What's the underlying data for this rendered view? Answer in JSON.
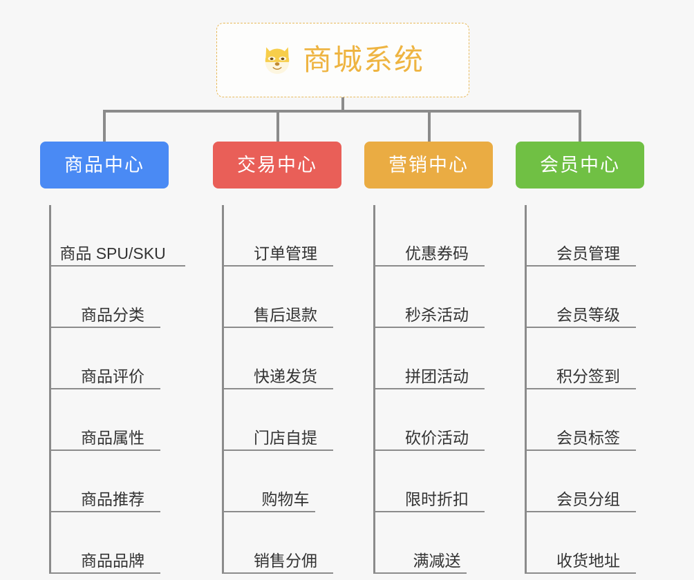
{
  "root": {
    "title": "商城系统",
    "icon": "shiba-dog-face-icon",
    "border_color": "#e8b95a",
    "text_color": "#eeb441"
  },
  "categories": [
    {
      "label": "商品中心",
      "color": "#4a8af4",
      "items": [
        "商品 SPU/SKU",
        "商品分类",
        "商品评价",
        "商品属性",
        "商品推荐",
        "商品品牌"
      ]
    },
    {
      "label": "交易中心",
      "color": "#e95f58",
      "items": [
        "订单管理",
        "售后退款",
        "快递发货",
        "门店自提",
        "购物车",
        "销售分佣"
      ]
    },
    {
      "label": "营销中心",
      "color": "#eaac43",
      "items": [
        "优惠券码",
        "秒杀活动",
        "拼团活动",
        "砍价活动",
        "限时折扣",
        "满减送"
      ]
    },
    {
      "label": "会员中心",
      "color": "#70c044",
      "items": [
        "会员管理",
        "会员等级",
        "积分签到",
        "会员标签",
        "会员分组",
        "收货地址"
      ]
    }
  ],
  "connector_color": "#8b8b8b",
  "background_color": "#f7f7f7"
}
